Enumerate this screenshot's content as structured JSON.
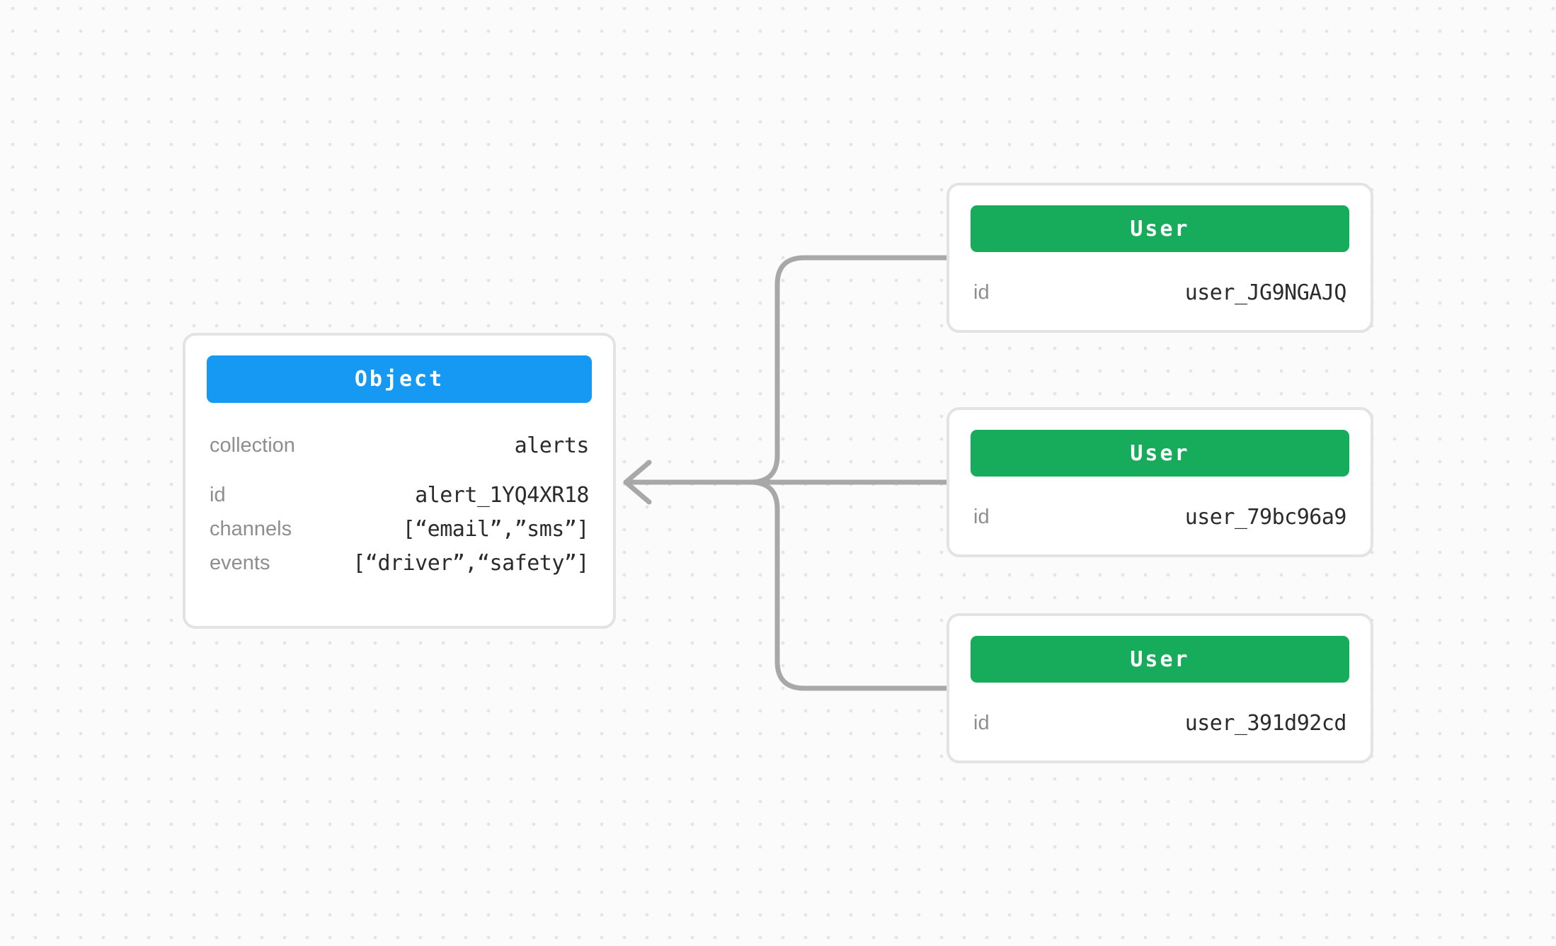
{
  "colors": {
    "object_header_bg": "#1699F2",
    "user_header_bg": "#17AB5C",
    "connector": "#a8a8a8",
    "card_border": "#e3e3e3",
    "label": "#8e8e8e",
    "value": "#2b2b2b",
    "header_text": "#ffffff",
    "canvas_bg": "#fbfbfb",
    "dot": "#e4e4e4"
  },
  "object_node": {
    "title": "Object",
    "fields": [
      {
        "label": "collection",
        "value": "alerts"
      },
      {
        "label": "id",
        "value": "alert_1YQ4XR18"
      },
      {
        "label": "channels",
        "value": "[“email”,”sms”]"
      },
      {
        "label": "events",
        "value": "[“driver”,“safety”]"
      }
    ]
  },
  "user_nodes": [
    {
      "title": "User",
      "fields": [
        {
          "label": "id",
          "value": "user_JG9NGAJQ"
        }
      ]
    },
    {
      "title": "User",
      "fields": [
        {
          "label": "id",
          "value": "user_79bc96a9"
        }
      ]
    },
    {
      "title": "User",
      "fields": [
        {
          "label": "id",
          "value": "user_391d92cd"
        }
      ]
    }
  ]
}
